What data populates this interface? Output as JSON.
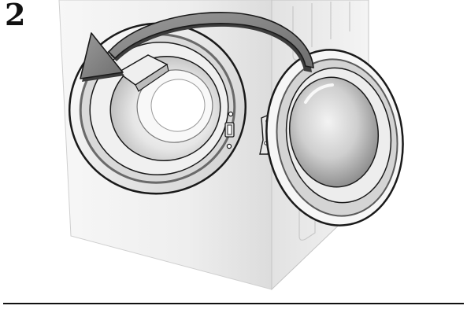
{
  "step": {
    "number": "2"
  },
  "illustration": {
    "subject": "washing-machine-door-opening",
    "arrow_direction": "counterclockwise",
    "colors": {
      "outline": "#1a1a1a",
      "body_light": "#f4f4f4",
      "body_shade": "#d6d6d6",
      "rim_dark": "#6a6a6a",
      "glass": "#bdbdbd",
      "arrow_fill": "#8c8c8c",
      "arrow_shadow": "#3c3c3c"
    }
  }
}
